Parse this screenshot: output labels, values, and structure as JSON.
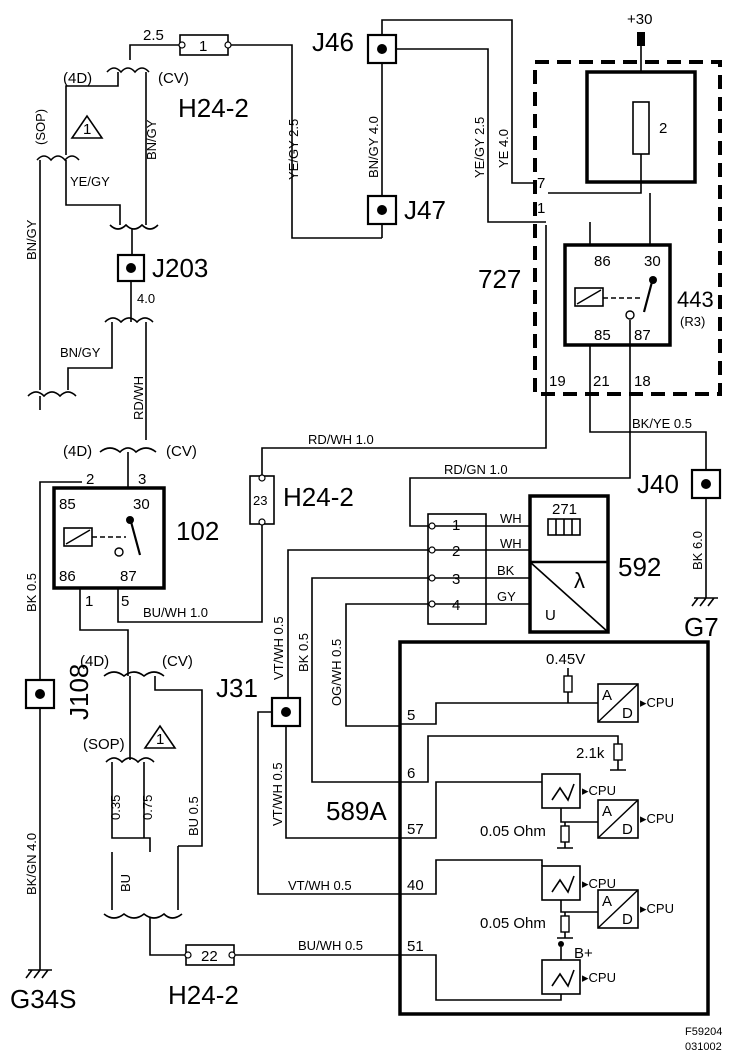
{
  "components": {
    "c727": "727",
    "c443": "443",
    "c443_sub": "(R3)",
    "c102": "102",
    "c592": "592",
    "c589a": "589A",
    "c271": "271",
    "c2": "2",
    "plus30": "+30",
    "j46": "J46",
    "j47": "J47",
    "j203": "J203",
    "j40": "J40",
    "j31": "J31",
    "j108": "J108",
    "g7": "G7",
    "g34s": "G34S",
    "h24_top": "H24-2",
    "h24_mid": "H24-2",
    "h24_bot": "H24-2"
  },
  "connectors": {
    "h1": "1",
    "h23": "23",
    "h22": "22"
  },
  "pins": {
    "p7": "7",
    "p1": "1",
    "p86a": "86",
    "p30a": "30",
    "p85a": "85",
    "p87a": "87",
    "p19": "19",
    "p21": "21",
    "p18": "18",
    "p2": "2",
    "p3": "3",
    "p85b": "85",
    "p30b": "30",
    "p86b": "86",
    "p87b": "87",
    "p1b": "1",
    "p5b": "5",
    "s1": "1",
    "s2": "2",
    "s3": "3",
    "s4": "4",
    "e5": "5",
    "e6": "6",
    "e57": "57",
    "e40": "40",
    "e51": "51"
  },
  "wires": {
    "w25a": "2.5",
    "w4d_a": "(4D)",
    "wcv_a": "(CV)",
    "sop_a": "(SOP)",
    "tri_a": "1",
    "bngy_a": "BN/GY",
    "yegy_a": "YE/GY",
    "bngy_left": "BN/GY",
    "yegy25_a": "YE/GY 2.5",
    "bngy40": "BN/GY 4.0",
    "yegy25_b": "YE/GY 2.5",
    "ye40": "YE 4.0",
    "w40": "4.0",
    "bngy_b": "BN/GY",
    "rdwh_v": "RD/WH",
    "w4d_b": "(4D)",
    "wcv_b": "(CV)",
    "rdwh10": "RD/WH 1.0",
    "rdgn10": "RD/GN 1.0",
    "bkye05": "BK/YE  0.5",
    "bk60": "BK 6.0",
    "bk05": "BK   0.5",
    "buwh10": "BU/WH        1.0",
    "wh1": "WH",
    "wh2": "WH",
    "bk_s": "BK",
    "gy_s": "GY",
    "vtwh05_a": "VT/WH  0.5",
    "bk05_b": "BK  0.5",
    "ogwh05": "OG/WH  0.5",
    "w4d_c": "(4D)",
    "wcv_c": "(CV)",
    "sop_b": "(SOP)",
    "tri_b": "1",
    "w035": "0.35",
    "w075": "0.75",
    "bu05": "BU   0.5",
    "bu": "BU",
    "vtwh05_b": "VT/WH  0.5",
    "vtwh05_c": "VT/WH   0.5",
    "buwh05": "BU/WH 0.5",
    "bkgn40": "BK/GN  4.0"
  },
  "ecu": {
    "v045": "0.45V",
    "r21k": "2.1k",
    "ohm1": "0.05 Ohm",
    "ohm2": "0.05 Ohm",
    "bplus": "B+",
    "a": "A",
    "d": "D",
    "u": "U",
    "cpu": "CPU"
  },
  "footer": {
    "code": "F59204",
    "date": "031002"
  }
}
